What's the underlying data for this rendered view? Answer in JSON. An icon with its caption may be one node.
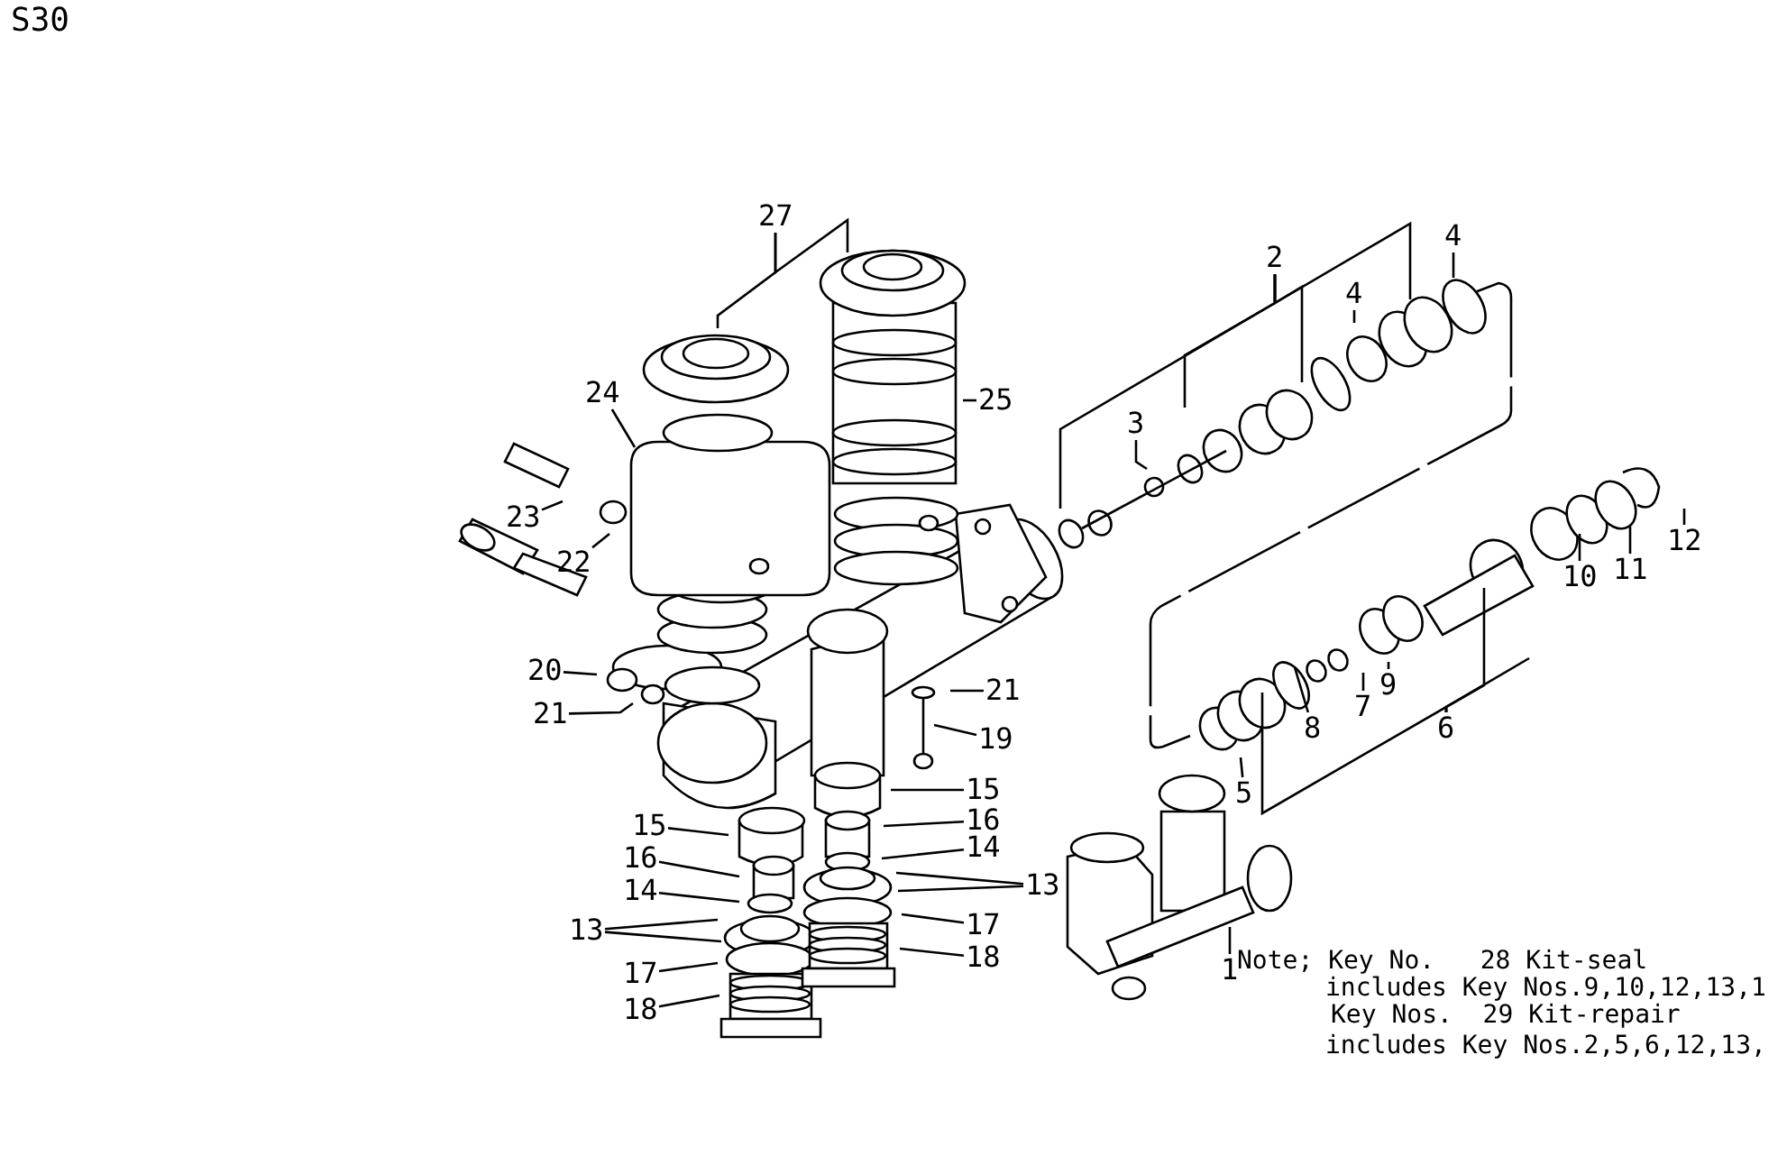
{
  "diagram": {
    "nodes": [
      {
        "text": [
          "27"
        ]
      },
      {
        "text": [
          "4"
        ]
      },
      {
        "text": [
          "2"
        ]
      },
      {
        "text": [
          "4"
        ]
      },
      {
        "text": [
          "24"
        ]
      },
      {
        "text": [
          "25"
        ]
      },
      {
        "text": [
          "3"
        ]
      },
      {
        "text": [
          "23"
        ]
      },
      {
        "text": [
          "12"
        ]
      },
      {
        "text": [
          "22"
        ]
      },
      {
        "text": [
          "11"
        ]
      },
      {
        "text": [
          "10"
        ]
      },
      {
        "text": [
          "20"
        ]
      },
      {
        "text": [
          "9"
        ]
      },
      {
        "text": [
          "21"
        ]
      },
      {
        "text": [
          "7"
        ]
      },
      {
        "text": [
          "21"
        ]
      },
      {
        "text": [
          "6"
        ]
      },
      {
        "text": [
          "8"
        ]
      },
      {
        "text": [
          "19"
        ]
      },
      {
        "text": [
          "5"
        ]
      },
      {
        "text": [
          "15"
        ]
      },
      {
        "text": [
          "16"
        ]
      },
      {
        "text": [
          "15"
        ]
      },
      {
        "text": [
          "14"
        ]
      },
      {
        "text": [
          "13"
        ]
      },
      {
        "text": [
          "16"
        ]
      },
      {
        "text": [
          "17"
        ]
      },
      {
        "text": [
          "14"
        ]
      },
      {
        "text": [
          "13"
        ]
      },
      {
        "text": [
          "18"
        ]
      },
      {
        "text": [
          "17"
        ]
      },
      {
        "text": [
          "1"
        ]
      },
      {
        "text": [
          "18"
        ]
      }
    ],
    "edges": [
      {
        "from": 0,
        "to": null,
        "arrow": "none"
      },
      {
        "from": 0,
        "to": null,
        "arrow": "none"
      },
      {
        "from": 1,
        "to": null,
        "arrow": "none"
      },
      {
        "from": 2,
        "to": null,
        "arrow": "none"
      },
      {
        "from": 2,
        "to": null,
        "arrow": "none"
      },
      {
        "from": 2,
        "to": null,
        "arrow": "none"
      },
      {
        "from": 2,
        "to": null,
        "arrow": "none"
      },
      {
        "from": 3,
        "to": null,
        "arrow": "none"
      },
      {
        "from": 4,
        "to": null,
        "arrow": "none"
      },
      {
        "from": 5,
        "to": null,
        "arrow": "none"
      },
      {
        "from": 6,
        "to": null,
        "arrow": "none"
      },
      {
        "from": 7,
        "to": null,
        "arrow": "none"
      },
      {
        "from": 8,
        "to": null,
        "arrow": "none"
      },
      {
        "from": 9,
        "to": null,
        "arrow": "none"
      },
      {
        "from": 10,
        "to": null,
        "arrow": "none"
      },
      {
        "from": 11,
        "to": null,
        "arrow": "none"
      },
      {
        "from": 12,
        "to": null,
        "arrow": "none"
      },
      {
        "from": 13,
        "to": null,
        "arrow": "none"
      },
      {
        "from": 14,
        "to": null,
        "arrow": "none"
      },
      {
        "from": 15,
        "to": null,
        "arrow": "none"
      },
      {
        "from": 16,
        "to": null,
        "arrow": "none"
      },
      {
        "from": 17,
        "to": null,
        "arrow": "none"
      },
      {
        "from": 17,
        "to": null,
        "arrow": "none"
      },
      {
        "from": 17,
        "to": null,
        "arrow": "none"
      },
      {
        "from": 18,
        "to": null,
        "arrow": "none"
      },
      {
        "from": 19,
        "to": null,
        "arrow": "none"
      },
      {
        "from": 20,
        "to": null,
        "arrow": "none"
      },
      {
        "from": 21,
        "to": null,
        "arrow": "none"
      },
      {
        "from": 22,
        "to": null,
        "arrow": "none"
      },
      {
        "from": 23,
        "to": null,
        "arrow": "none"
      },
      {
        "from": 24,
        "to": null,
        "arrow": "none"
      },
      {
        "from": 25,
        "to": null,
        "arrow": "none"
      },
      {
        "from": 25,
        "to": null,
        "arrow": "none"
      },
      {
        "from": 26,
        "to": null,
        "arrow": "none"
      },
      {
        "from": 27,
        "to": null,
        "arrow": "none"
      },
      {
        "from": 28,
        "to": null,
        "arrow": "none"
      },
      {
        "from": 29,
        "to": null,
        "arrow": "none"
      },
      {
        "from": 29,
        "to": null,
        "arrow": "none"
      },
      {
        "from": 30,
        "to": null,
        "arrow": "none"
      },
      {
        "from": 31,
        "to": null,
        "arrow": "none"
      },
      {
        "from": 32,
        "to": null,
        "arrow": "none"
      },
      {
        "from": 33,
        "to": null,
        "arrow": "none"
      }
    ],
    "labels": [
      "S30",
      "Note; Key No.   28 Kit-seal",
      "includes Key Nos.9,10,12,13,1",
      "Key Nos.  29 Kit-repair",
      "includes Key Nos.2,5,6,12,13,"
    ]
  }
}
